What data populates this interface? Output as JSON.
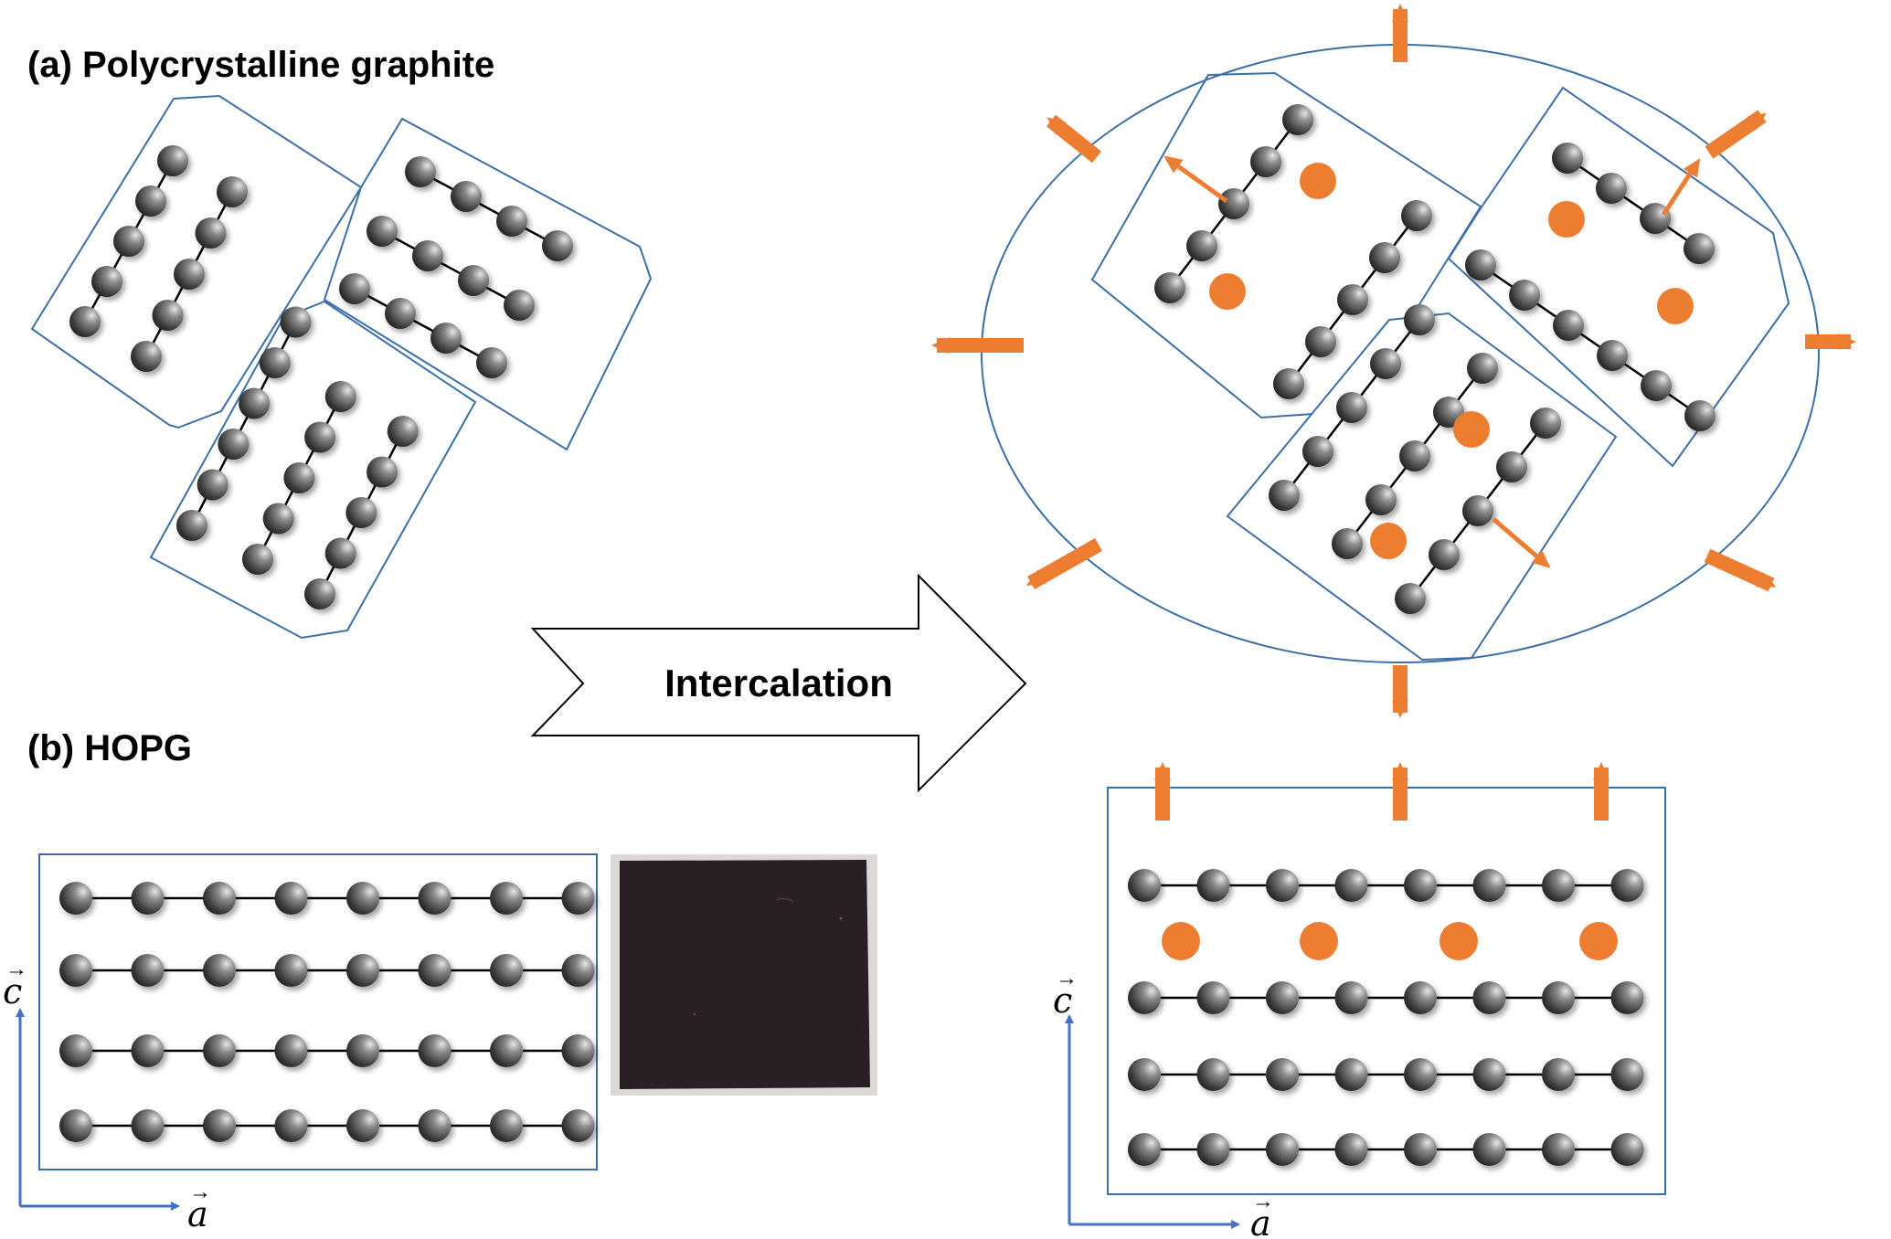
{
  "labels": {
    "panel_a": "(a) Polycrystalline graphite",
    "panel_b": "(b) HOPG",
    "process": "Intercalation",
    "axis_c": "c",
    "axis_a": "a"
  },
  "colors": {
    "box_outline": "#3b6fa8",
    "axis": "#4472c4",
    "atom": "#3a3a3a",
    "intercalant": "#ed7d31",
    "arrow": "#ed7d31",
    "sample_photo": "#2b1f26"
  }
}
